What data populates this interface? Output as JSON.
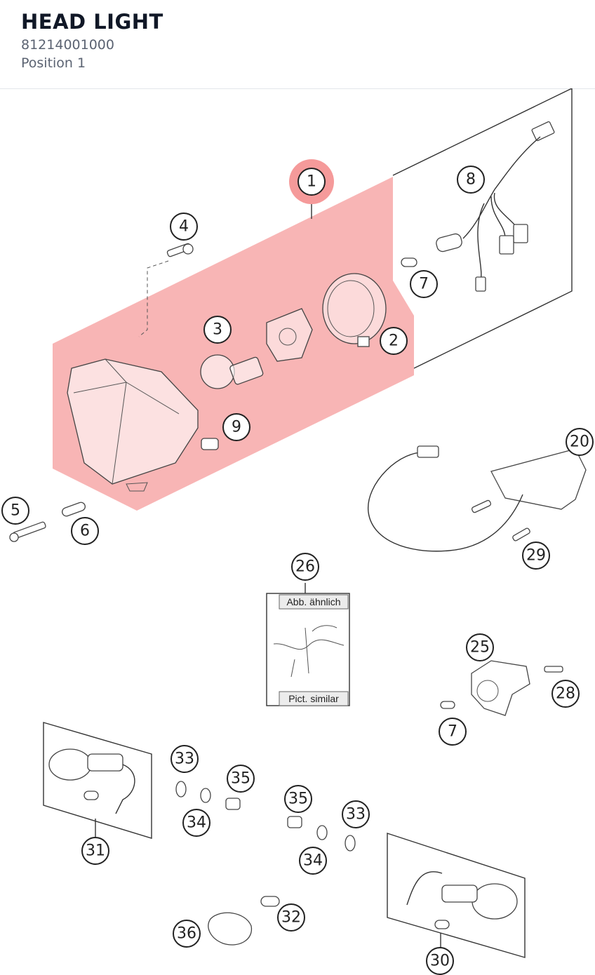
{
  "header": {
    "title": "HEAD LIGHT",
    "part_number": "81214001000",
    "position": "Position 1"
  },
  "colors": {
    "highlight": "#f7a8a8",
    "highlight_callout": "#f59a9a"
  },
  "callouts": {
    "c1": "1",
    "c2": "2",
    "c3": "3",
    "c4": "4",
    "c5": "5",
    "c6": "6",
    "c7a": "7",
    "c7b": "7",
    "c8": "8",
    "c9": "9",
    "c20": "20",
    "c25": "25",
    "c26": "26",
    "c28": "28",
    "c29": "29",
    "c30": "30",
    "c31": "31",
    "c32": "32",
    "c33a": "33",
    "c33b": "33",
    "c34a": "34",
    "c34b": "34",
    "c35a": "35",
    "c35b": "35",
    "c36": "36"
  },
  "inset": {
    "top_label": "Abb. ähnlich",
    "bottom_label": "Pict. similar"
  }
}
